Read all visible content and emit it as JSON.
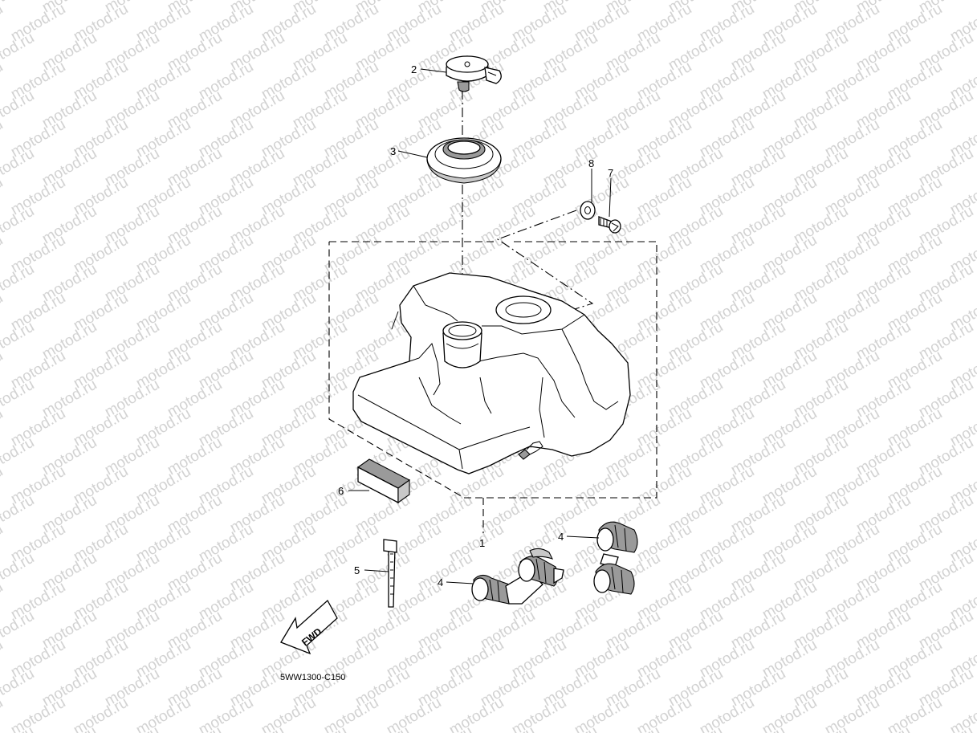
{
  "watermark": "motod.ru",
  "diagram_code": "5WW1300-C150",
  "direction_label": "FWD",
  "callouts": {
    "fuel_tank": "1",
    "tank_cap": "2",
    "cap_seal": "3",
    "hose_holder_a": "4",
    "hose_holder_b": "4",
    "cable_tie": "5",
    "damper": "6",
    "bolt": "7",
    "washer": "8"
  }
}
